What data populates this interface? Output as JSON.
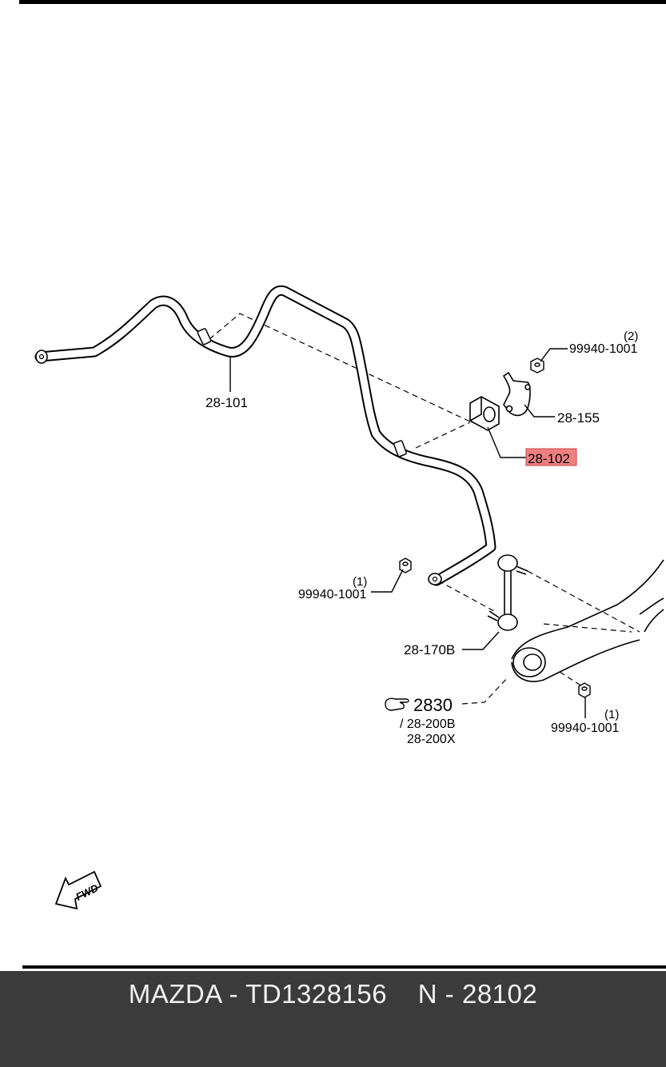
{
  "diagram": {
    "labels": {
      "stabilizer_bar": "28-101",
      "bushing": "28-102",
      "bracket": "28-155",
      "nut_top": "99940-1001",
      "nut_top_qty": "(2)",
      "nut_left": "99940-1001",
      "nut_left_qty": "(1)",
      "nut_right": "99940-1001",
      "nut_right_qty": "(1)",
      "link": "28-170B",
      "reference_group": "2830",
      "reference_sub_1": "/ 28-200B",
      "reference_sub_2": "28-200X",
      "forward_arrow": "FWD"
    },
    "highlight_color": "#f08080",
    "line_color": "#000000"
  },
  "footer": {
    "caption": "MAZDA - TD1328156    N - 28102",
    "background": "#3b3b3b",
    "text_color": "#f2f2f2"
  }
}
